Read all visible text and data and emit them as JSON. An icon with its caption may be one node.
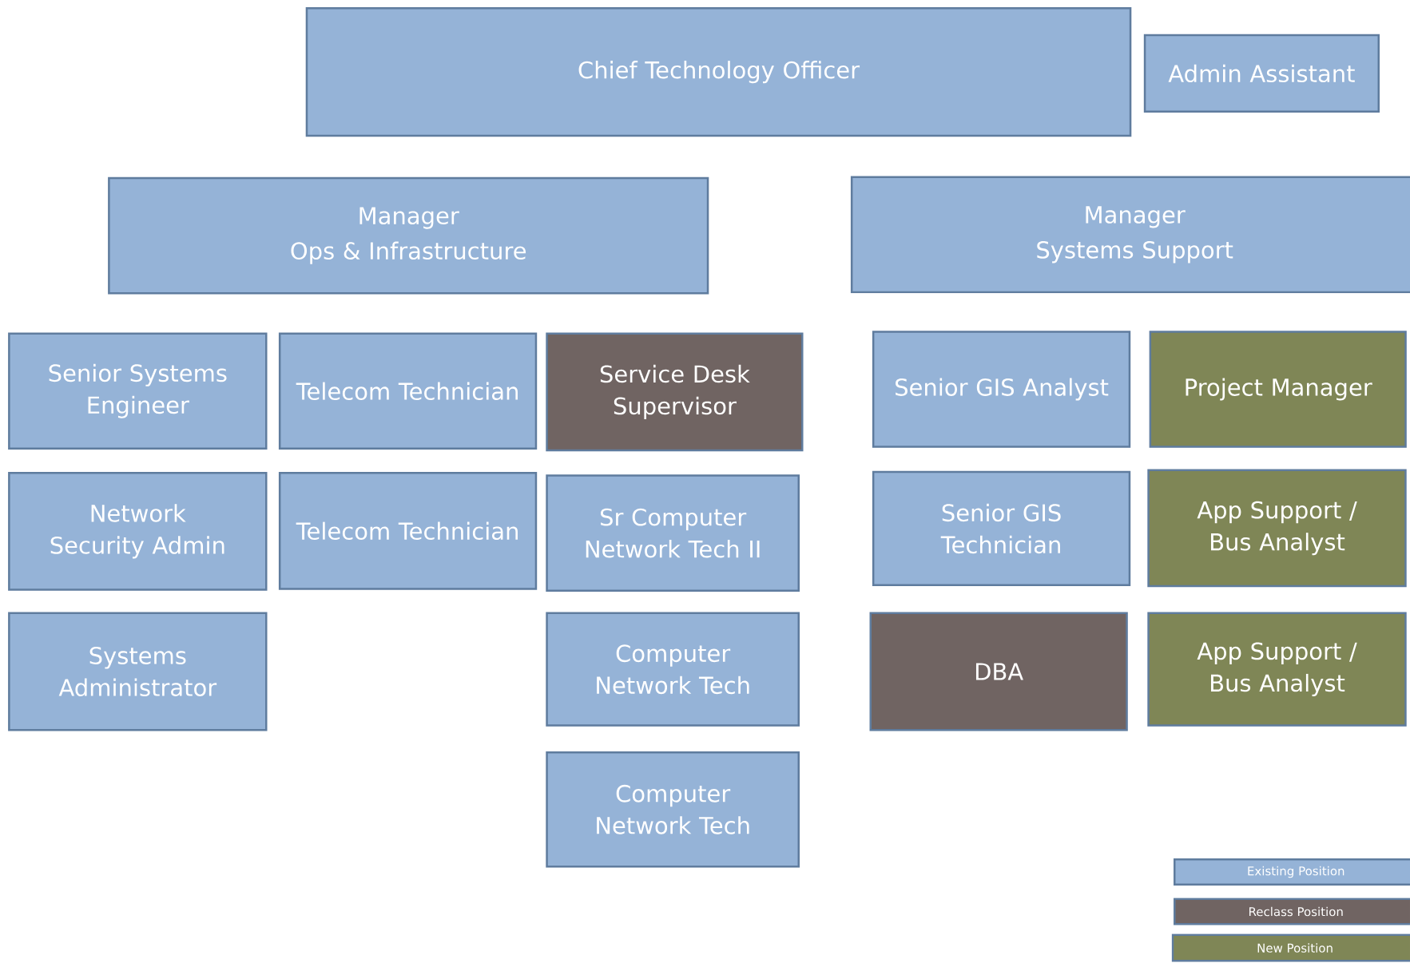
{
  "diagram": {
    "nodes": [
      {
        "text": [
          "Chief Technology Officer"
        ]
      },
      {
        "text": [
          "Admin Assistant"
        ]
      },
      {
        "text": [
          "Manager",
          "Ops & Infrastructure"
        ]
      },
      {
        "text": [
          "Manager",
          "Systems Support"
        ]
      },
      {
        "text": [
          "Senior Systems Engineer"
        ]
      },
      {
        "text": [
          "Telecom Technician"
        ]
      },
      {
        "text": [
          "Service Desk Supervisor"
        ]
      },
      {
        "text": [
          "Senior GIS Analyst"
        ]
      },
      {
        "text": [
          "Project Manager"
        ]
      },
      {
        "text": [
          "Network Security Admin"
        ]
      },
      {
        "text": [
          "Telecom Technician"
        ]
      },
      {
        "text": [
          "Sr Computer Network Tech II"
        ]
      },
      {
        "text": [
          "Senior GIS Technician"
        ]
      },
      {
        "text": [
          "App Support / Bus Analyst"
        ]
      },
      {
        "text": [
          "Systems Administrator"
        ]
      },
      {
        "text": [
          "Computer Network Tech"
        ]
      },
      {
        "text": [
          "DBA"
        ]
      },
      {
        "text": [
          "App Support / Bus Analyst"
        ]
      },
      {
        "text": [
          "Computer Network Tech"
        ]
      }
    ],
    "legend": [
      {
        "text": "Existing Position",
        "color": "#95b3d7"
      },
      {
        "text": "Reclass Position",
        "color": "#706462"
      },
      {
        "text": "New Position",
        "color": "#7f8656"
      }
    ]
  }
}
